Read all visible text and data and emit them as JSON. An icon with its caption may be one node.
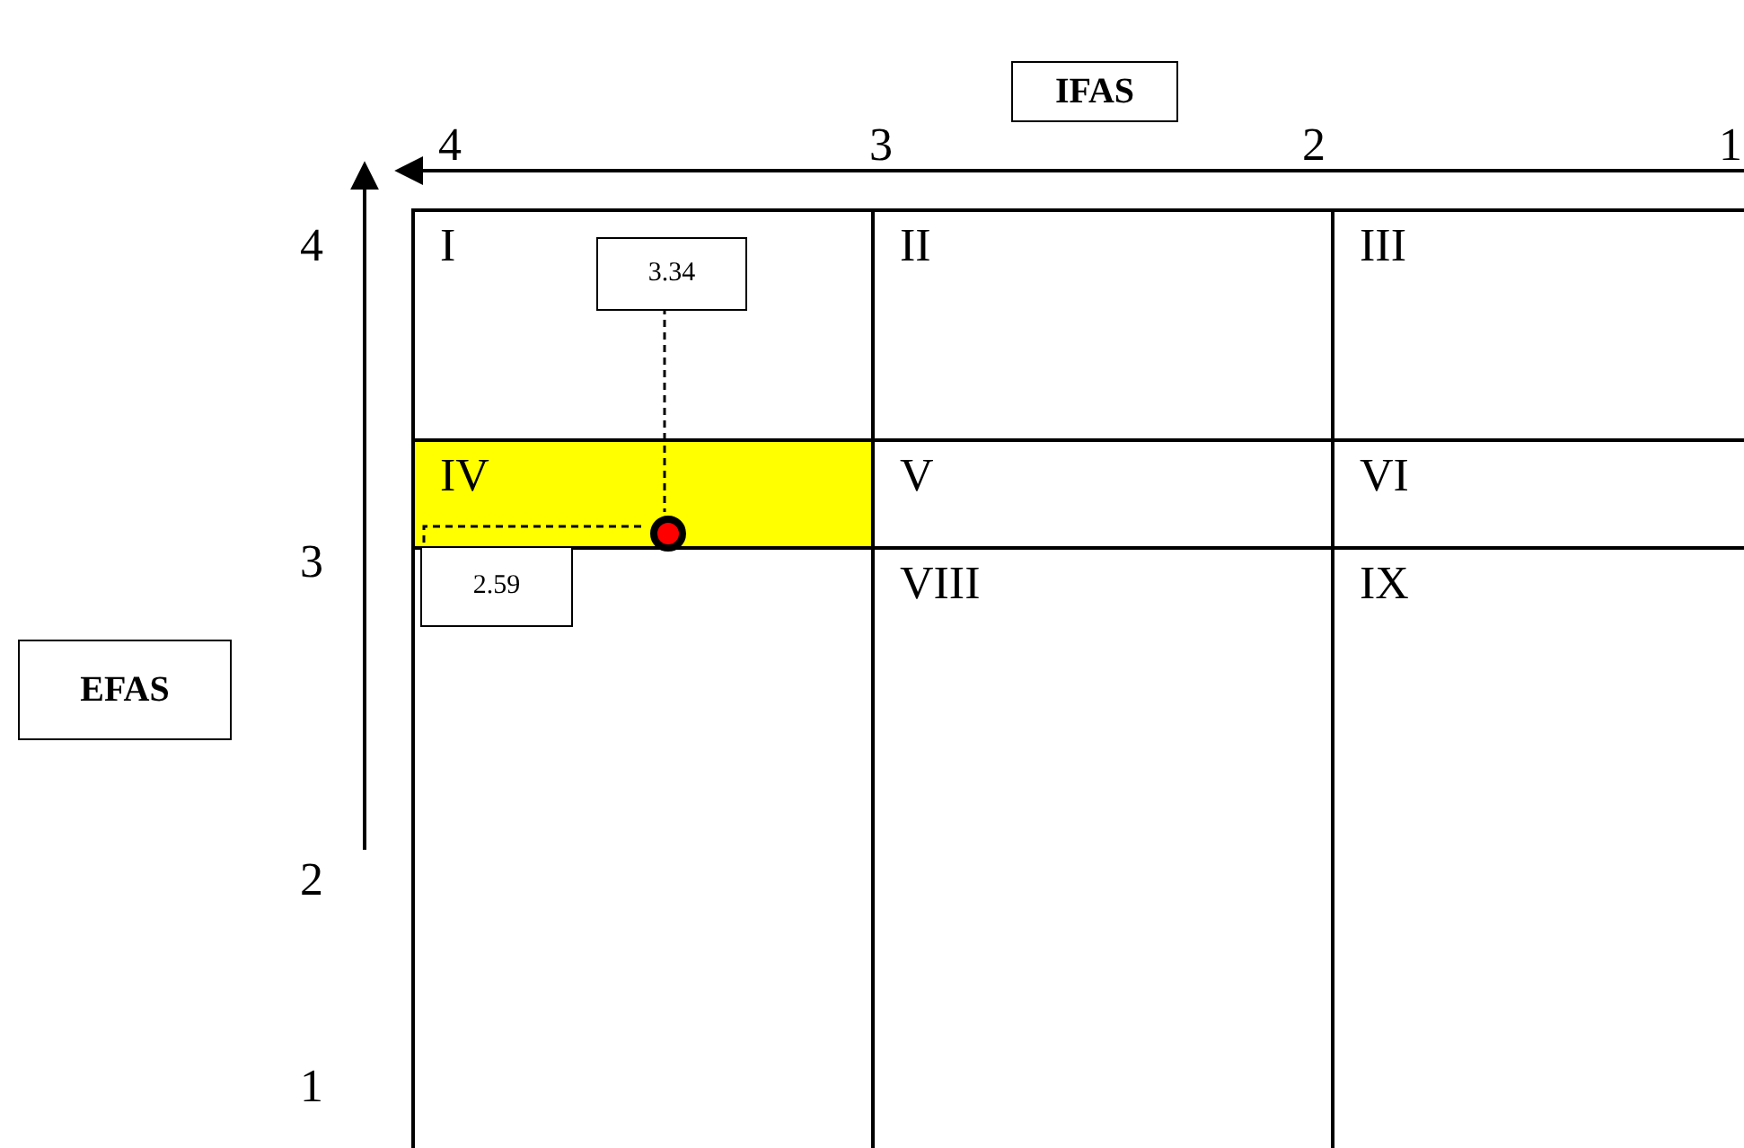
{
  "diagram": {
    "nodes": [
      {
        "text": [
          "IFAS"
        ]
      },
      {
        "text": [
          "I"
        ]
      },
      {
        "text": [
          "3.34"
        ],
        "in": 1
      },
      {
        "text": [
          "II"
        ]
      },
      {
        "text": [
          "III"
        ]
      },
      {
        "text": [
          "IV"
        ]
      },
      {
        "text": [],
        "shape": "circle",
        "in": 5
      },
      {
        "text": [
          "V"
        ]
      },
      {
        "text": [
          "VI"
        ]
      },
      {
        "text": [],
        "shape": "box"
      },
      {
        "text": [
          "2.59"
        ],
        "in": 9
      },
      {
        "text": [
          "VIII"
        ]
      },
      {
        "text": [
          "IX"
        ]
      },
      {
        "text": [
          "EFAS"
        ]
      }
    ],
    "edges": [
      {
        "from": 2,
        "to": 6,
        "arrow": "none",
        "style": "dashed"
      },
      {
        "from": 10,
        "to": 6,
        "arrow": "none",
        "style": "dashed"
      }
    ],
    "labels": [
      "4",
      "3",
      "2",
      "1",
      "4",
      "3",
      "2",
      "1"
    ]
  }
}
